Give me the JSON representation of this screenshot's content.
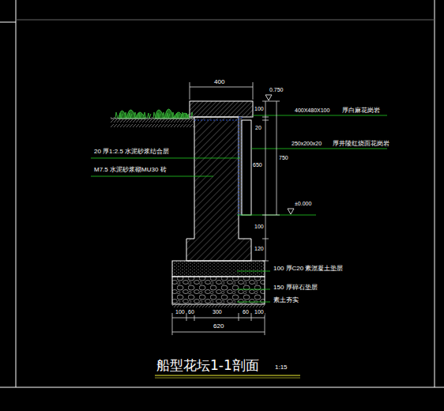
{
  "diagram": {
    "title": "船型花坛1-1剖面",
    "labels": [
      "400",
      "0.750",
      "400X480X100",
      "厚白麻花岗岩",
      "100",
      "20",
      "250x200x20",
      "厚井陵红烧面花岗岩",
      "650",
      "750",
      "20 厚1:2.5 水泥砂浆结合层",
      "M7.5 水泥砂浆砌MU30 砖",
      "±0.000",
      "100",
      "120",
      "100 厚C20 素混凝土垫层",
      "150 厚碎石垫层",
      "素土夯实",
      "100",
      "60",
      "300",
      "60",
      "100",
      "620",
      "1:15"
    ]
  }
}
